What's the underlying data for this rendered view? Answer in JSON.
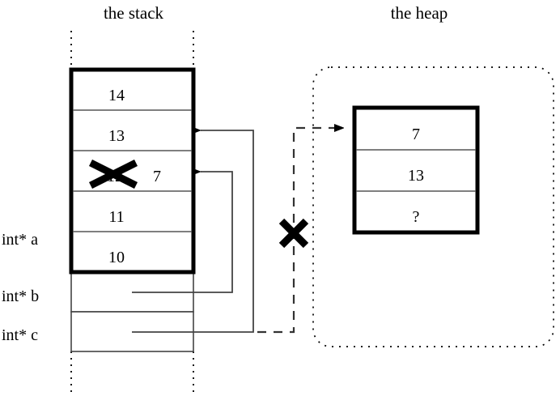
{
  "titles": {
    "stack": "the stack",
    "heap": "the heap"
  },
  "stack": {
    "cells": [
      {
        "value": "14",
        "struck": false
      },
      {
        "value": "13",
        "struck": false
      },
      {
        "value": "12",
        "struck": true,
        "replacement": "7"
      },
      {
        "value": "11",
        "struck": false
      },
      {
        "value": "10",
        "struck": false
      }
    ],
    "variables": [
      {
        "label": "int* a",
        "target": "stack-cell-10"
      },
      {
        "label": "int* b",
        "target": "stack-cell-12-7"
      },
      {
        "label": "int* c",
        "target": "stack-cell-13"
      }
    ]
  },
  "heap": {
    "cells": [
      {
        "value": "7"
      },
      {
        "value": "13"
      },
      {
        "value": "?"
      }
    ]
  },
  "annotations": {
    "struck_value_mark": "X",
    "invalidated_pointer_mark": "X",
    "unknown_value": "?"
  },
  "colors": {
    "background": "#ffffff",
    "ink": "#000000",
    "thin_rule": "#555555",
    "pointer_line": "#444444"
  }
}
